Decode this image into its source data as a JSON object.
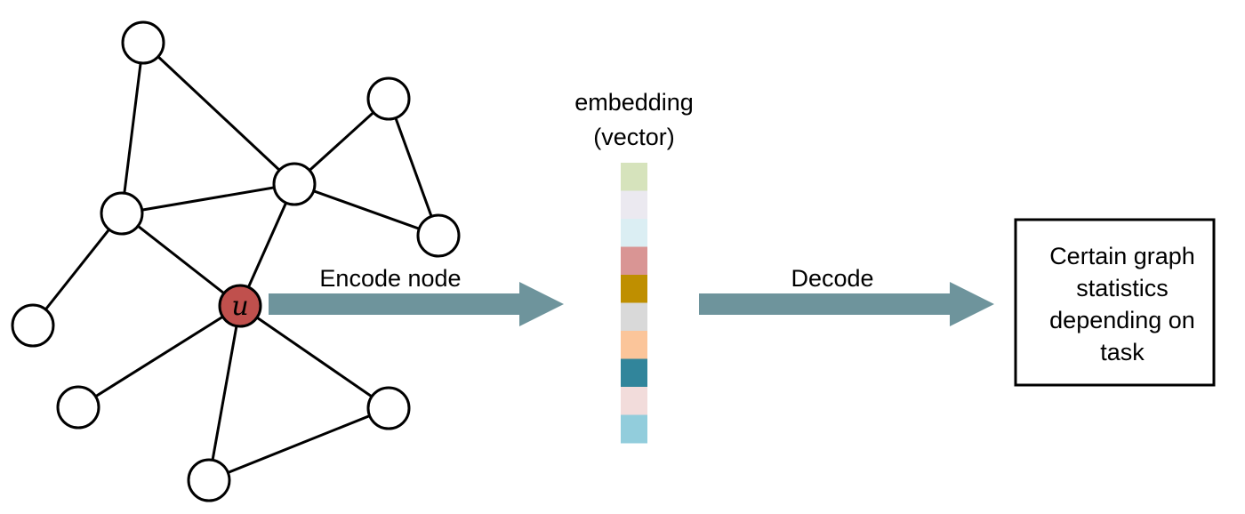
{
  "graph": {
    "focus_node_label": "u",
    "focus_node_color": "#C0504D",
    "node_color": "#FFFFFF",
    "edge_color": "#000000"
  },
  "embedding": {
    "label_line1": "embedding",
    "label_line2": "(vector)",
    "cell_colors": [
      "#D6E3BC",
      "#EBE9F0",
      "#DBEEF3",
      "#D99594",
      "#BF8F00",
      "#D9D9D9",
      "#FBC59A",
      "#31859B",
      "#F2DCDB",
      "#92CDDC"
    ]
  },
  "encode": {
    "label": "Encode node",
    "arrow_color": "#6E949C"
  },
  "decode": {
    "label": "Decode",
    "arrow_color": "#6E949C"
  },
  "output_box": {
    "lines": [
      "Certain graph",
      "statistics",
      "depending on",
      "task"
    ]
  }
}
